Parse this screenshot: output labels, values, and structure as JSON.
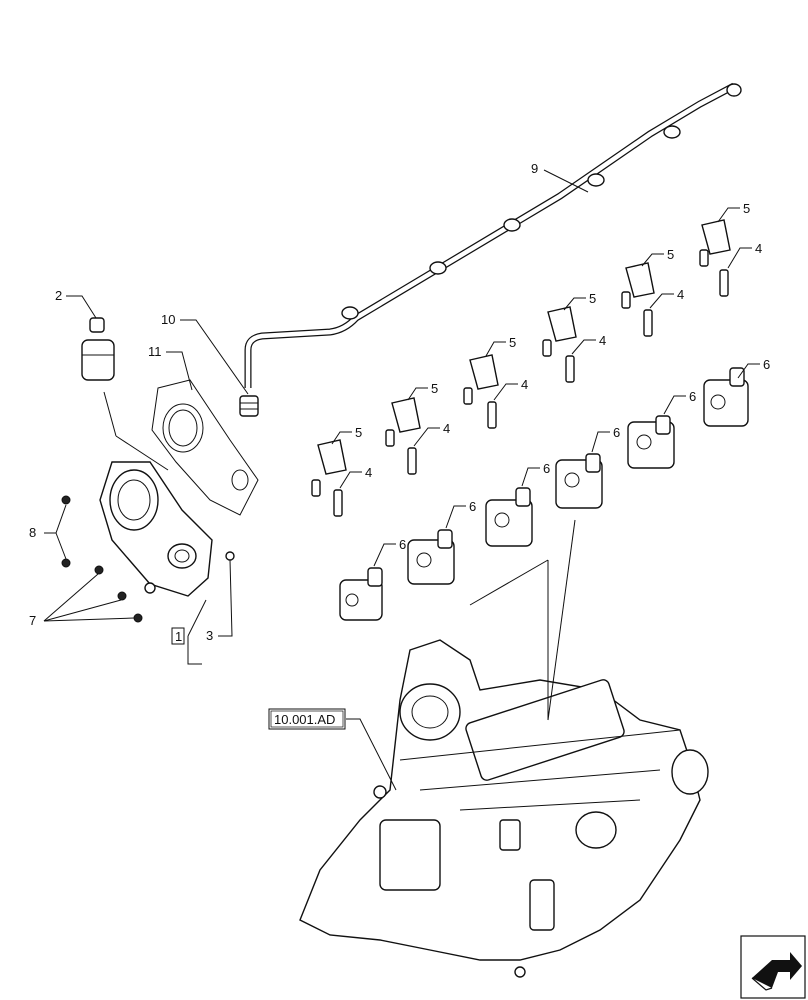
{
  "callouts": {
    "c1": "1",
    "c2": "2",
    "c3": "3",
    "c4": "4",
    "c5": "5",
    "c6": "6",
    "c7": "7",
    "c8": "8",
    "c9": "9",
    "c10": "10",
    "c11": "11"
  },
  "reference": {
    "label": "10.001.AD"
  },
  "nav": {
    "icon": "next-page-arrow-icon"
  }
}
